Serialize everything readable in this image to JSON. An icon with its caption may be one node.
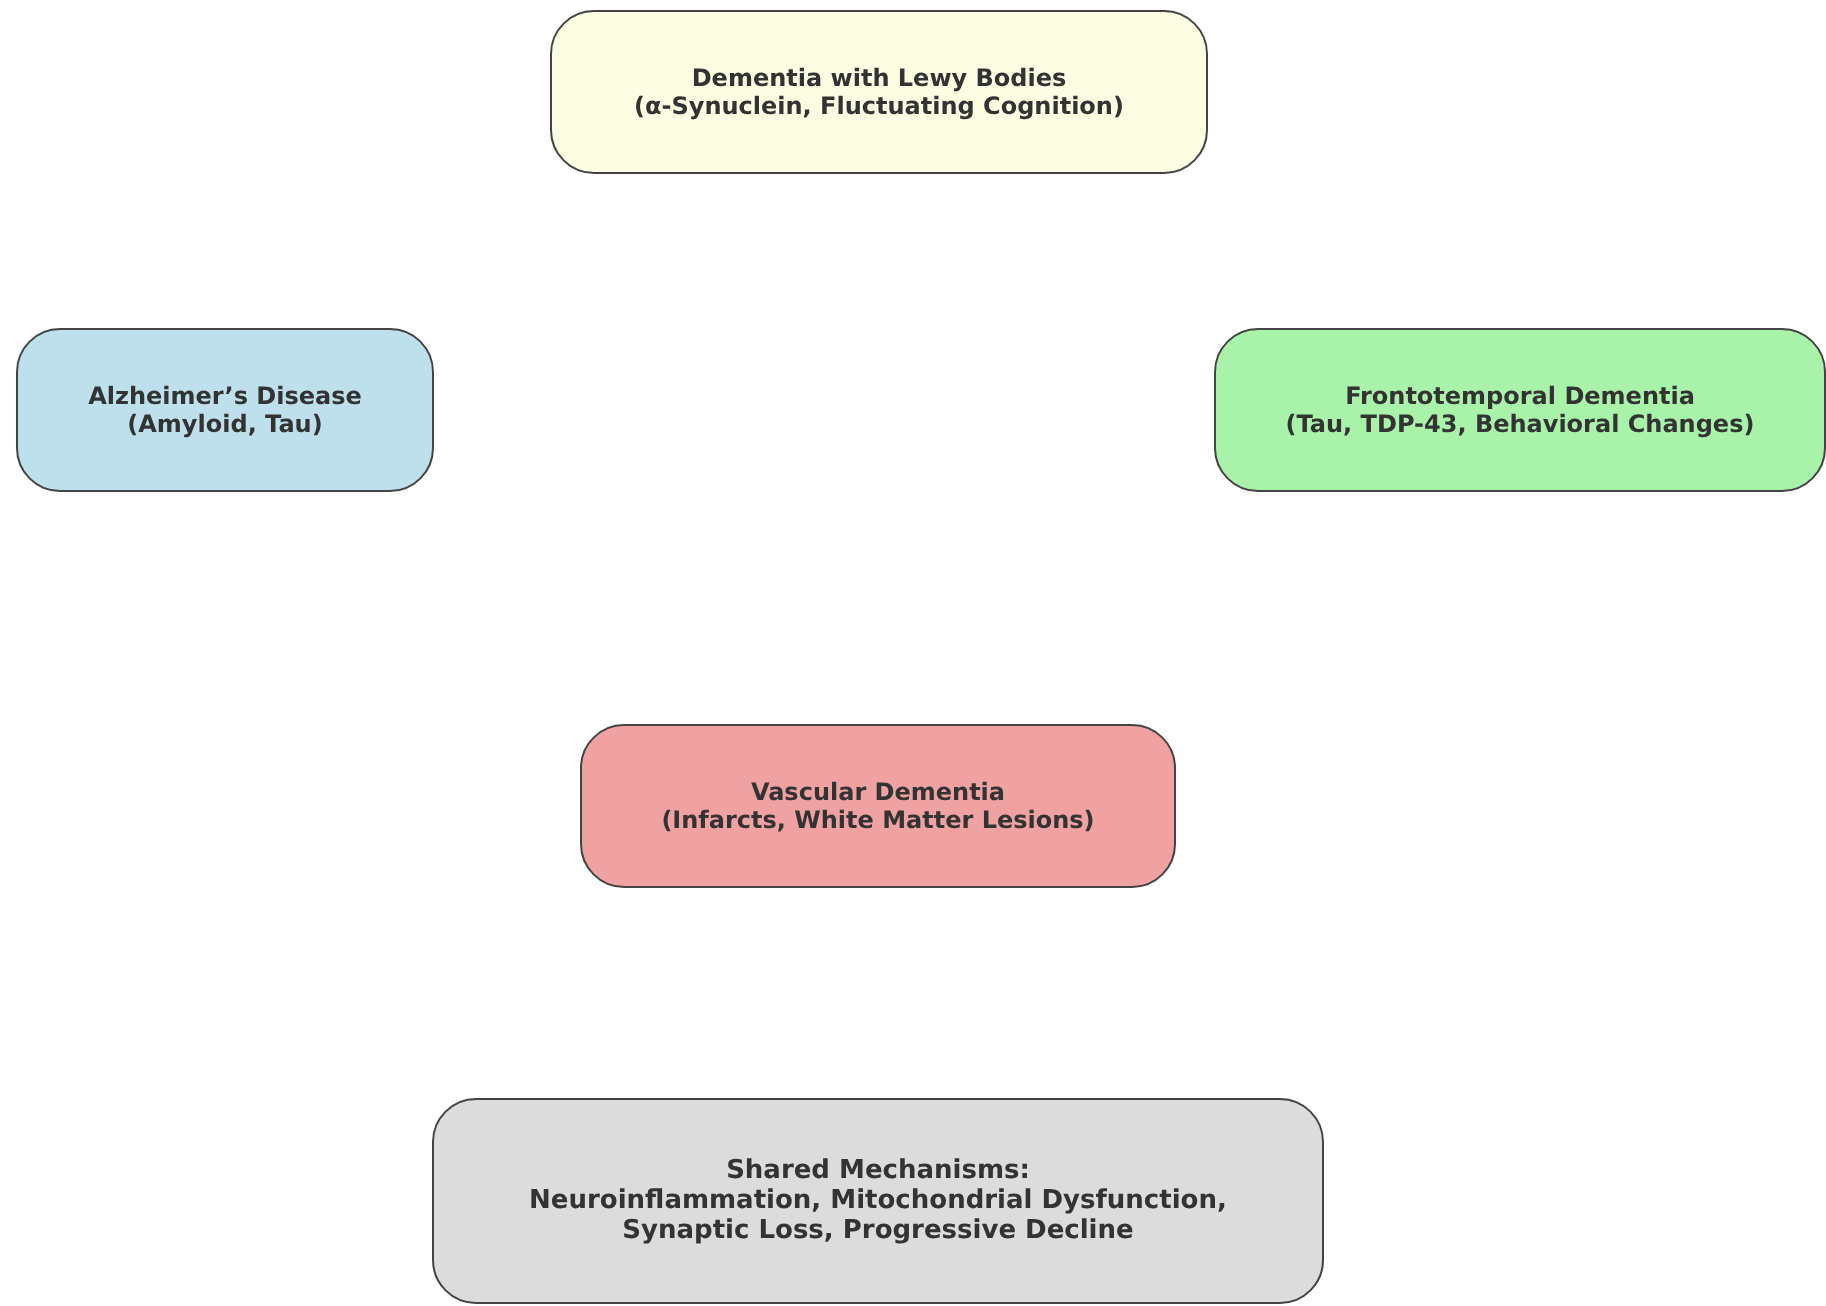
{
  "diagram": {
    "nodes": [
      {
        "text": [
          "Dementia with Lewy Bodies",
          "(α-Synuclein, Fluctuating Cognition)"
        ]
      },
      {
        "text": [
          "Alzheimer’s Disease",
          "(Amyloid, Tau)"
        ]
      },
      {
        "text": [
          "Frontotemporal Dementia",
          "(Tau, TDP-43, Behavioral Changes)"
        ]
      },
      {
        "text": [
          "Vascular Dementia",
          "(Infarcts, White Matter Lesions)"
        ]
      },
      {
        "text": [
          "Shared Mechanisms:",
          "Neuroinflammation, Mitochondrial Dysfunction, Synaptic Loss, Progressive Decline"
        ]
      }
    ],
    "edges": []
  }
}
